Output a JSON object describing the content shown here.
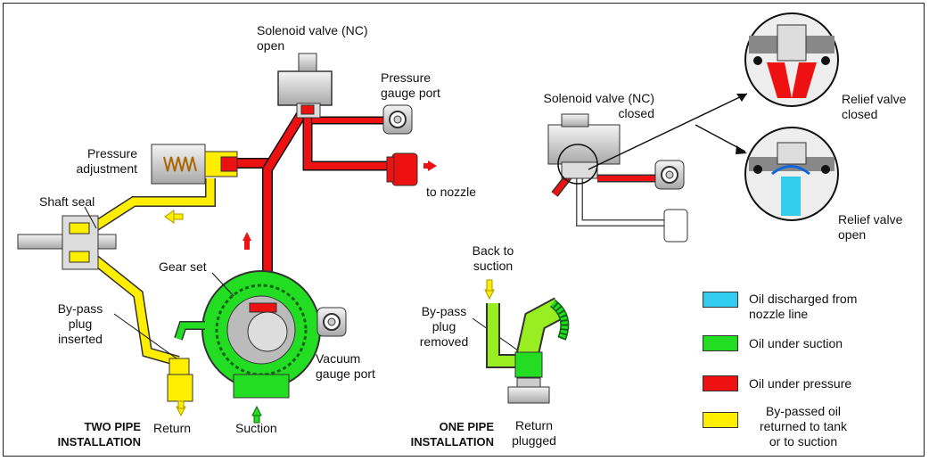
{
  "labels": {
    "solenoid_open_1": "Solenoid valve (NC)",
    "solenoid_open_2": "open",
    "pressure_gauge_1": "Pressure",
    "pressure_gauge_2": "gauge port",
    "to_nozzle": "to nozzle",
    "pressure_adj_1": "Pressure",
    "pressure_adj_2": "adjustment",
    "shaft_seal": "Shaft seal",
    "gear_set": "Gear set",
    "bypass_in_1": "By-pass",
    "bypass_in_2": "plug",
    "bypass_in_3": "inserted",
    "vacuum_1": "Vacuum",
    "vacuum_2": "gauge port",
    "return": "Return",
    "suction": "Suction",
    "two_pipe_1": "TWO PIPE",
    "two_pipe_2": "INSTALLATION",
    "back_suction_1": "Back to",
    "back_suction_2": "suction",
    "bypass_out_1": "By-pass",
    "bypass_out_2": "plug",
    "bypass_out_3": "removed",
    "one_pipe_1": "ONE PIPE",
    "one_pipe_2": "INSTALLATION",
    "return_plugged_1": "Return",
    "return_plugged_2": "plugged",
    "solenoid_closed_1": "Solenoid valve (NC)",
    "solenoid_closed_2": "closed",
    "relief_closed_1": "Relief valve",
    "relief_closed_2": "closed",
    "relief_open_1": "Relief valve",
    "relief_open_2": "open"
  },
  "legend": [
    {
      "label_1": "Oil discharged from",
      "label_2": "nozzle line",
      "color": "#33ccee"
    },
    {
      "label_1": "Oil under suction",
      "label_2": "",
      "color": "#22dd22"
    },
    {
      "label_1": "Oil under pressure",
      "label_2": "",
      "color": "#ee1111"
    },
    {
      "label_1": "By-passed oil",
      "label_2": "returned to  tank",
      "label_3": "or to suction",
      "color": "#ffee00"
    }
  ],
  "colors": {
    "pressure": "#ee1111",
    "suction": "#22dd22",
    "bypass": "#ffee00",
    "discharge": "#33ccee",
    "metal": "#bbbbbb"
  }
}
